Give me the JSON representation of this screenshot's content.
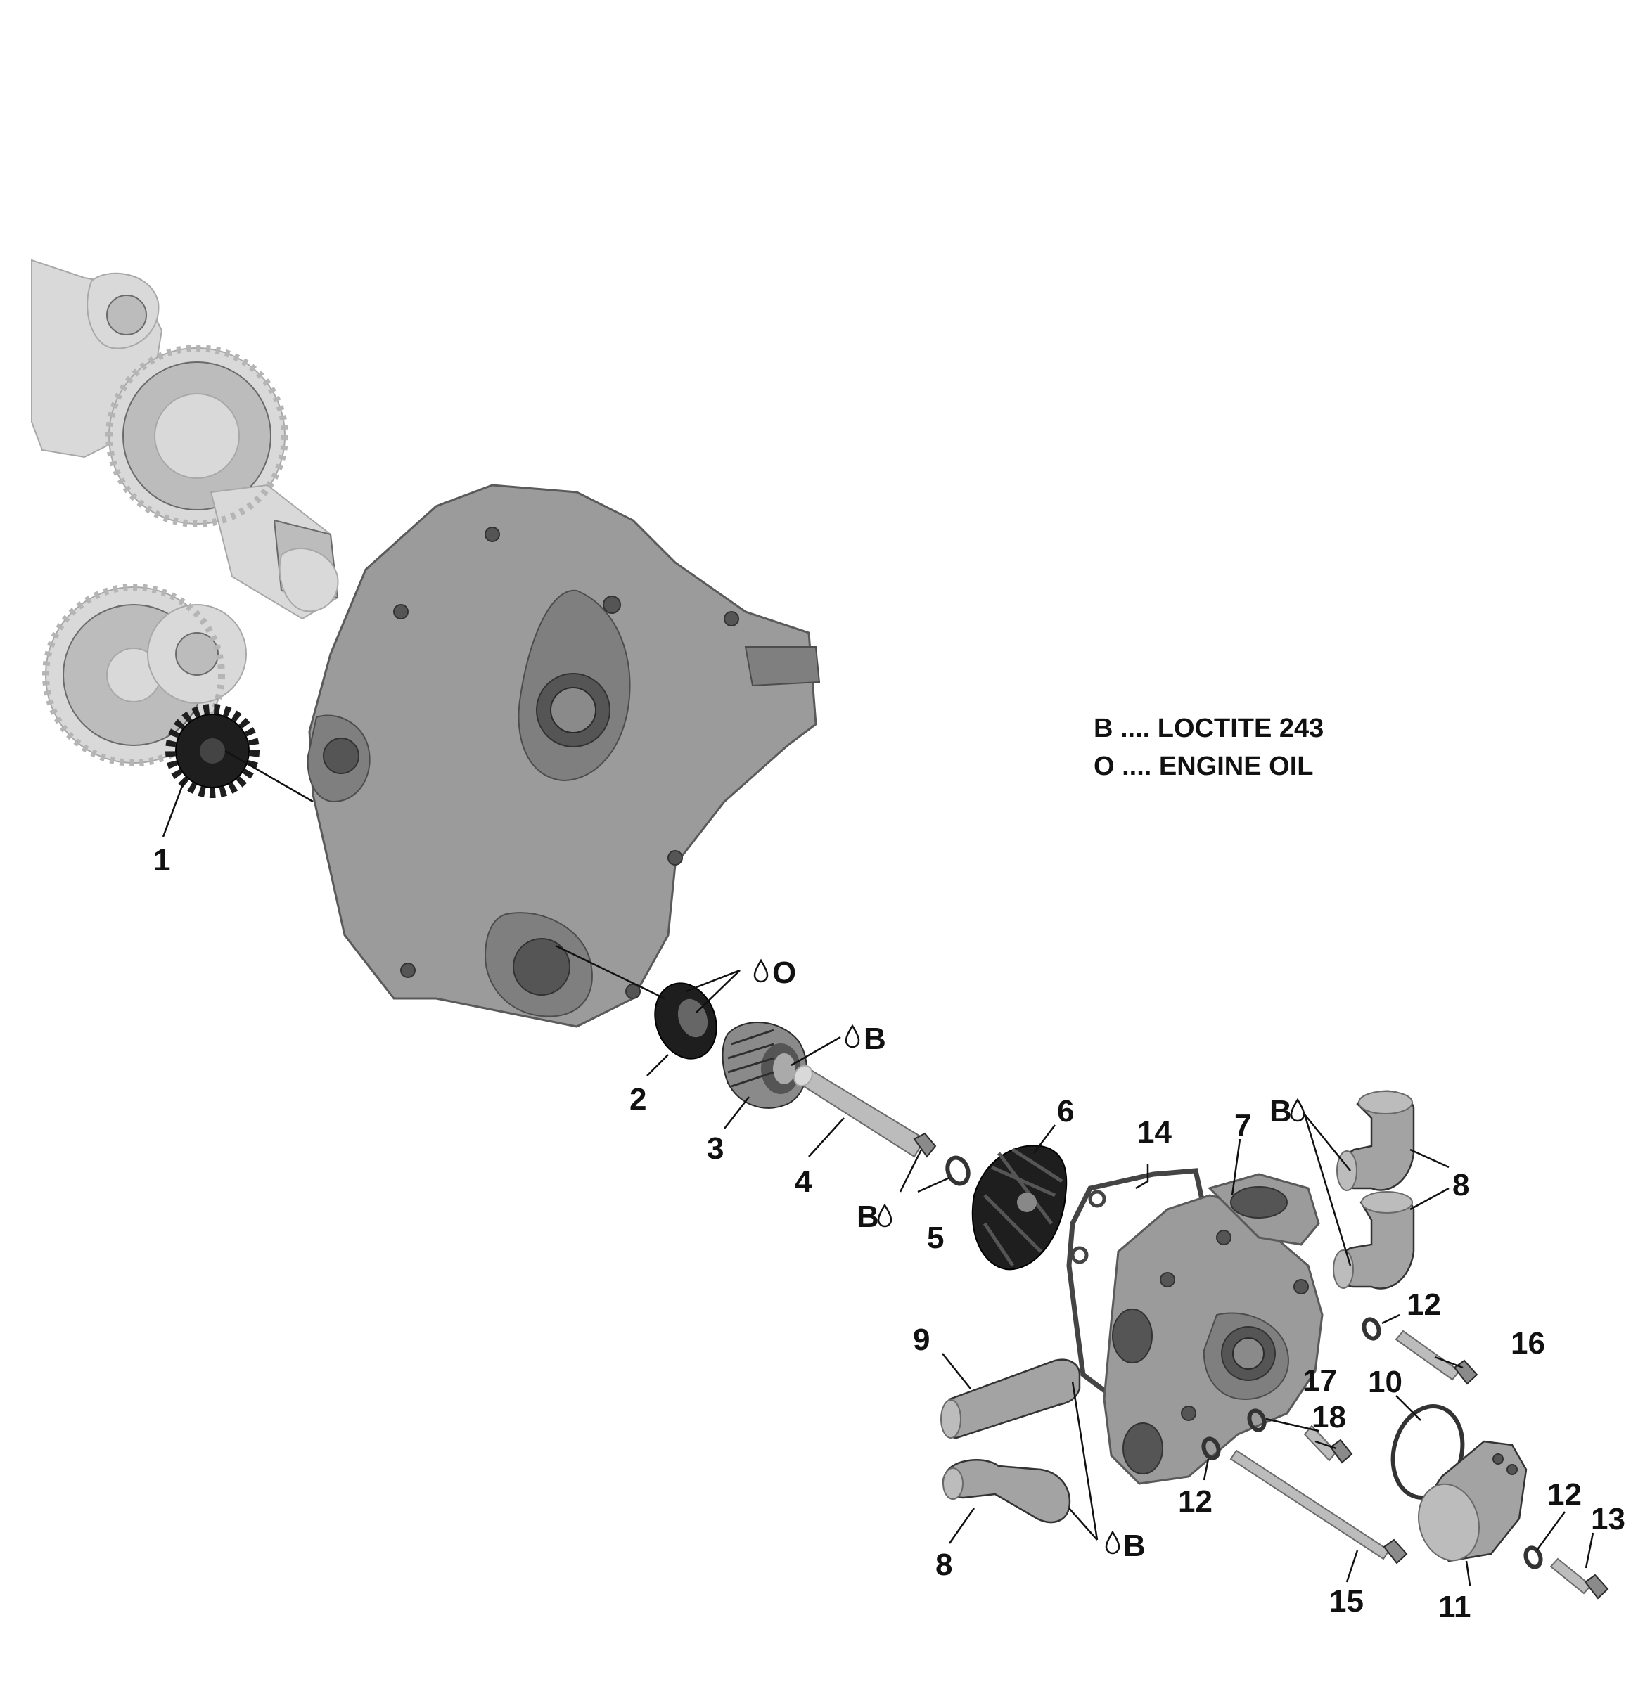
{
  "legend": {
    "line_b": "B .... LOCTITE 243",
    "line_o": "O .... ENGINE OIL"
  },
  "callouts": {
    "c1": "1",
    "c2": "2",
    "c3": "3",
    "c4": "4",
    "c5": "5",
    "c6": "6",
    "c7": "7",
    "c8a": "8",
    "c8b": "8",
    "c9": "9",
    "c10": "10",
    "c11": "11",
    "c12a": "12",
    "c12b": "12",
    "c12c": "12",
    "c13": "13",
    "c14": "14",
    "c15": "15",
    "c16": "16",
    "c17": "17",
    "c18": "18"
  },
  "product_markers": {
    "o_seal": "O",
    "b_seal3": "B",
    "b_shaft": "B",
    "b_elbow": "B",
    "b_hoses": "B"
  },
  "icons": {
    "drop": "liquid-drop-icon"
  }
}
